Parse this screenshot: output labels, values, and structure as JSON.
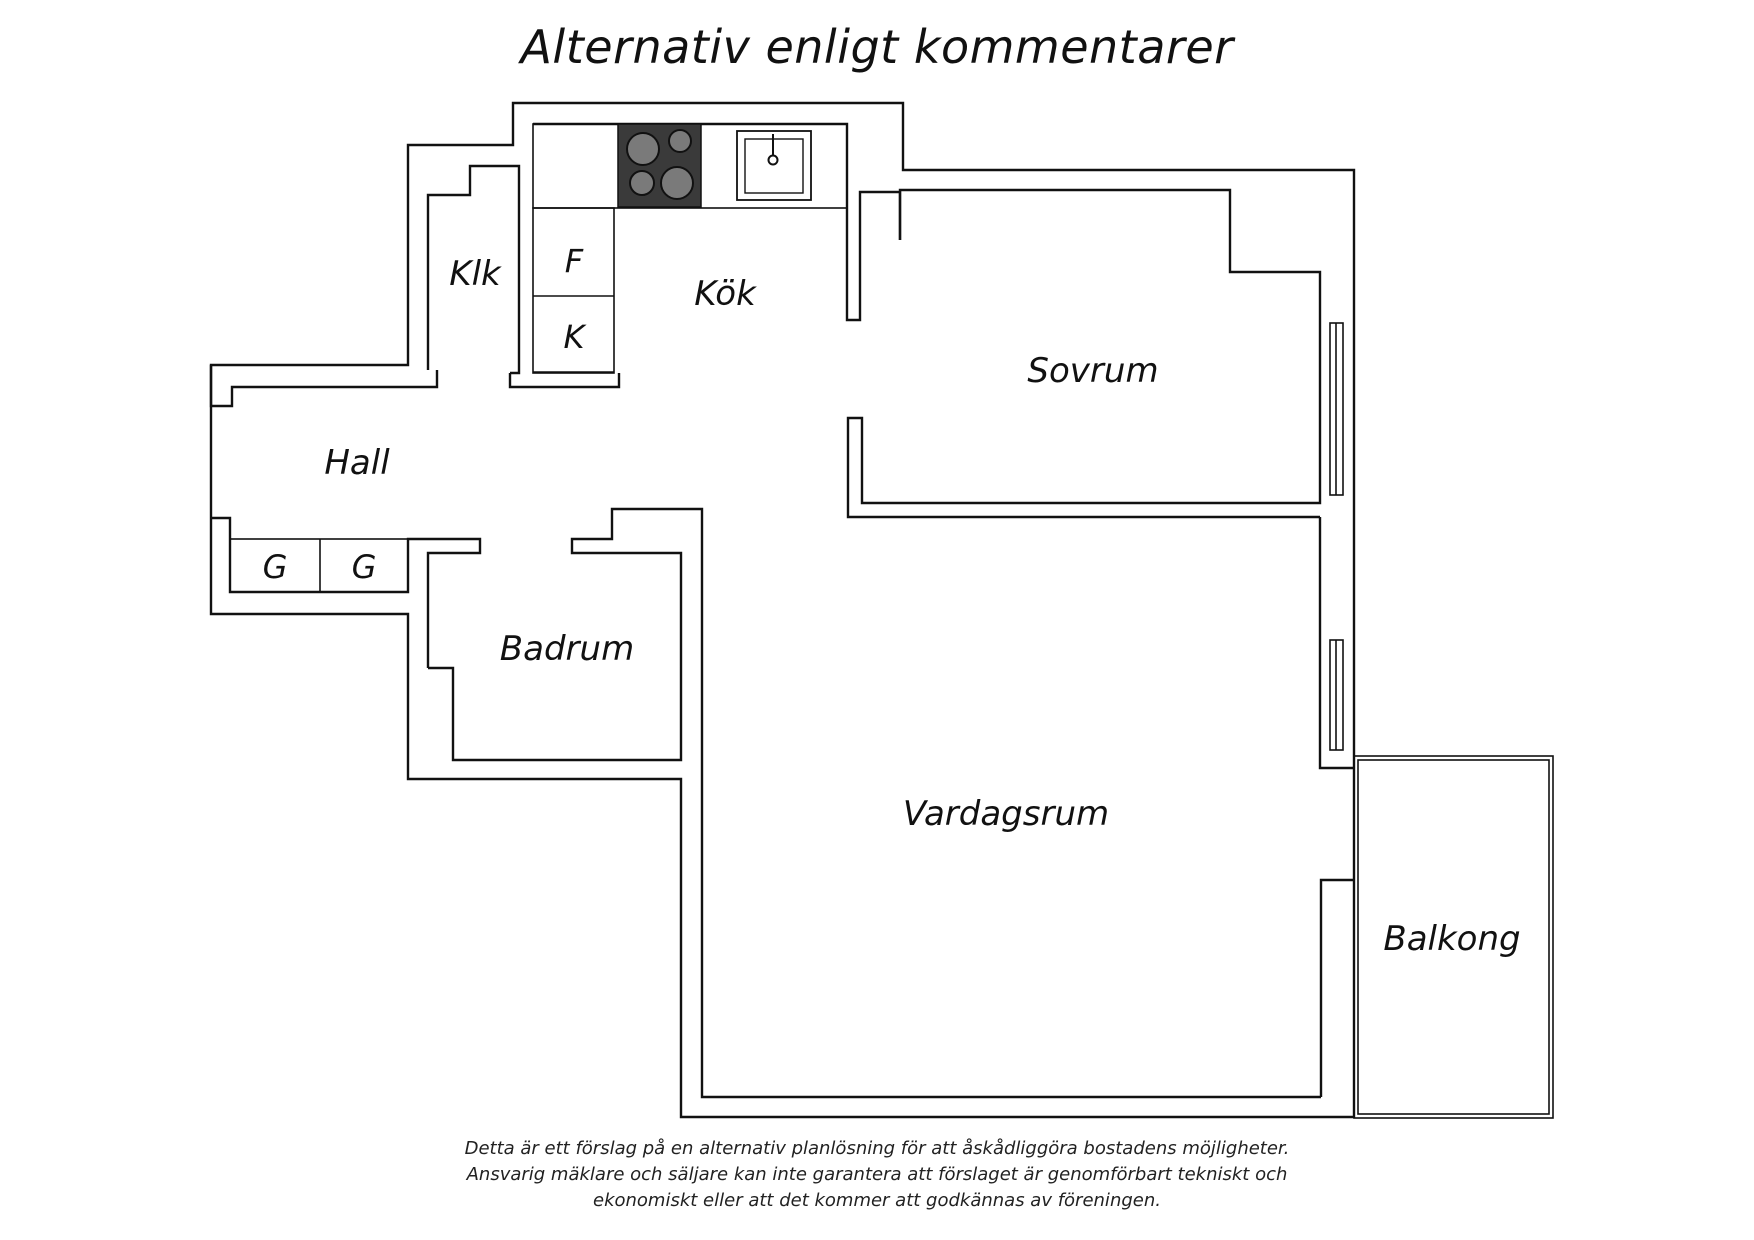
{
  "title": "Alternativ enligt  kommentarer",
  "rooms": {
    "klk": "Klk",
    "kok": "Kök",
    "sovrum": "Sovrum",
    "hall": "Hall",
    "badrum": "Badrum",
    "vardagsrum": "Vardagsrum",
    "balkong": "Balkong"
  },
  "appliances": {
    "fridge": "F",
    "freezer": "K",
    "wardrobe_1": "G",
    "wardrobe_2": "G"
  },
  "disclaimer": [
    "Detta är ett förslag på en alternativ planlösning för att åskådliggöra bostadens möjligheter.",
    "Ansvarig mäklare och säljare kan inte garantera att förslaget är genomförbart tekniskt och",
    "ekonomiskt eller att det kommer att godkännas av föreningen."
  ]
}
